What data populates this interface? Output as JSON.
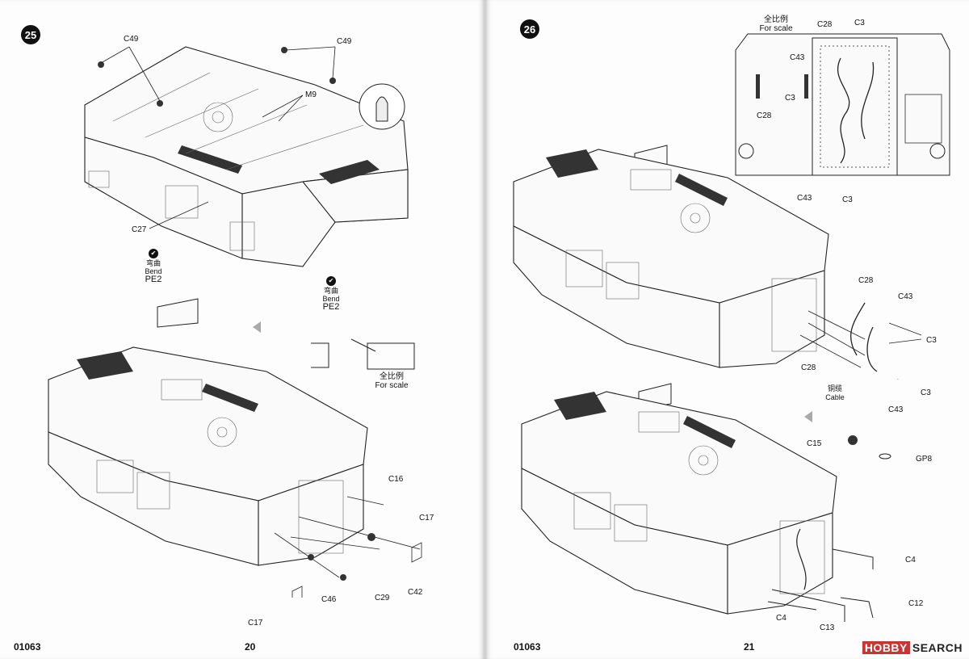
{
  "left": {
    "step": "25",
    "page_number": "20",
    "code": "01063",
    "labels": {
      "c49_a": "C49",
      "c49_b": "C49",
      "m9": "M9",
      "c27": "C27",
      "c16": "C16",
      "c17_a": "C17",
      "c17_b": "C17",
      "c42": "C42",
      "c29": "C29",
      "c46": "C46"
    },
    "bend_a": {
      "cn": "弯曲",
      "en": "Bend",
      "part": "PE2"
    },
    "bend_b": {
      "cn": "弯曲",
      "en": "Bend",
      "part": "PE2"
    },
    "scale": {
      "cn": "全比例",
      "en": "For scale"
    }
  },
  "right": {
    "step": "26",
    "page_number": "21",
    "code": "01063",
    "labels": {
      "c28_top": "C28",
      "c3_top": "C3",
      "c43_top": "C43",
      "c3_mid": "C3",
      "c28_left": "C28",
      "c43_bot": "C43",
      "c3_bot": "C3",
      "c28_a": "C28",
      "c43_a": "C43",
      "c3_a": "C3",
      "c28_b": "C28",
      "c3_b": "C3",
      "c43_b": "C43",
      "c15": "C15",
      "gp8": "GP8",
      "c4_a": "C4",
      "c12": "C12",
      "c4_b": "C4",
      "c13": "C13"
    },
    "scale": {
      "cn": "全比例",
      "en": "For scale"
    },
    "cable": {
      "cn": "铜缆",
      "en": "Cable"
    }
  },
  "watermark": {
    "brand": "HOBBY",
    "rest": "SEARCH"
  }
}
